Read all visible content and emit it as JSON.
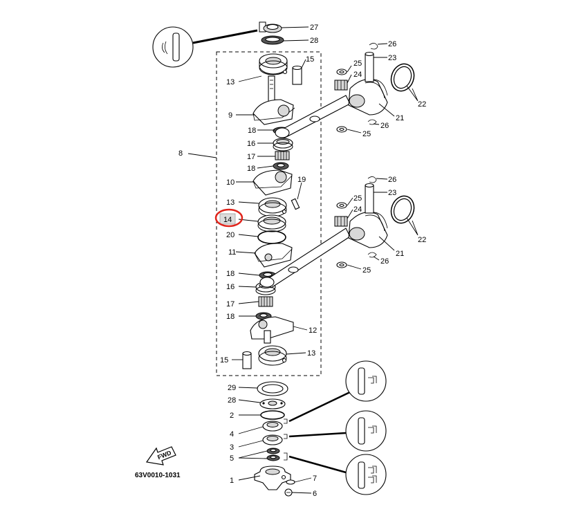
{
  "diagram": {
    "code": "63V0010-1031",
    "fwd_label": "FWD",
    "highlight_color": "#e0241b",
    "callouts": {
      "p27": "27",
      "p28a": "28",
      "p15a": "15",
      "p13a": "13",
      "p9": "9",
      "p18a": "18",
      "p16a": "16",
      "p8": "8",
      "p17a": "17",
      "p18b": "18",
      "p10": "10",
      "p19": "19",
      "p13b": "13",
      "p14": "14",
      "p20": "20",
      "p11": "11",
      "p18c": "18",
      "p16b": "16",
      "p17b": "17",
      "p18d": "18",
      "p12": "12",
      "p15b": "15",
      "p13c": "13",
      "p26a": "26",
      "p23a": "23",
      "p25a": "25",
      "p24a": "24",
      "p22a": "22",
      "p21a": "21",
      "p26b": "26",
      "p25b": "25",
      "p26c": "26",
      "p23b": "23",
      "p25c": "25",
      "p24b": "24",
      "p22b": "22",
      "p21b": "21",
      "p26d": "26",
      "p25d": "25",
      "p29": "29",
      "p28b": "28",
      "p2": "2",
      "p4": "4",
      "p3": "3",
      "p5": "5",
      "p1": "1",
      "p7": "7",
      "p6": "6"
    }
  }
}
